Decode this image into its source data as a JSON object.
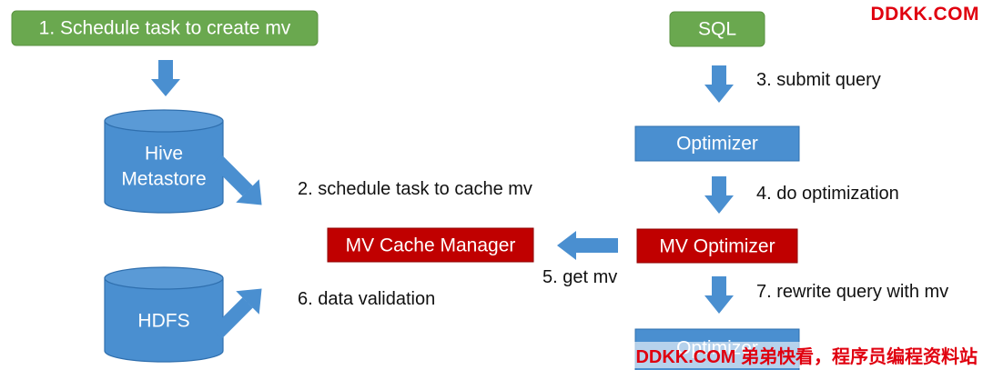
{
  "watermark": {
    "top": "DDKK.COM",
    "bottom": "DDKK.COM 弟弟快看，程序员编程资料站"
  },
  "nodes": {
    "schedule_box": "1. Schedule task to create mv",
    "sql_box": "SQL",
    "hive_line1": "Hive",
    "hive_line2": "Metastore",
    "hdfs": "HDFS",
    "optimizer_top": "Optimizer",
    "mv_cache_manager": "MV Cache Manager",
    "mv_optimizer": "MV Optimizer",
    "optimizer_bottom": "Optimizer"
  },
  "labels": {
    "submit_query": "3. submit query",
    "schedule_cache": "2. schedule task to cache mv",
    "do_optimization": "4. do optimization",
    "get_mv": "5. get mv",
    "data_validation": "6. data validation",
    "rewrite_query": "7. rewrite query with mv"
  },
  "colors": {
    "green": "#6aa84f",
    "blue": "#4a8fd0",
    "red": "#c00000",
    "arrow": "#4a8fd0"
  }
}
